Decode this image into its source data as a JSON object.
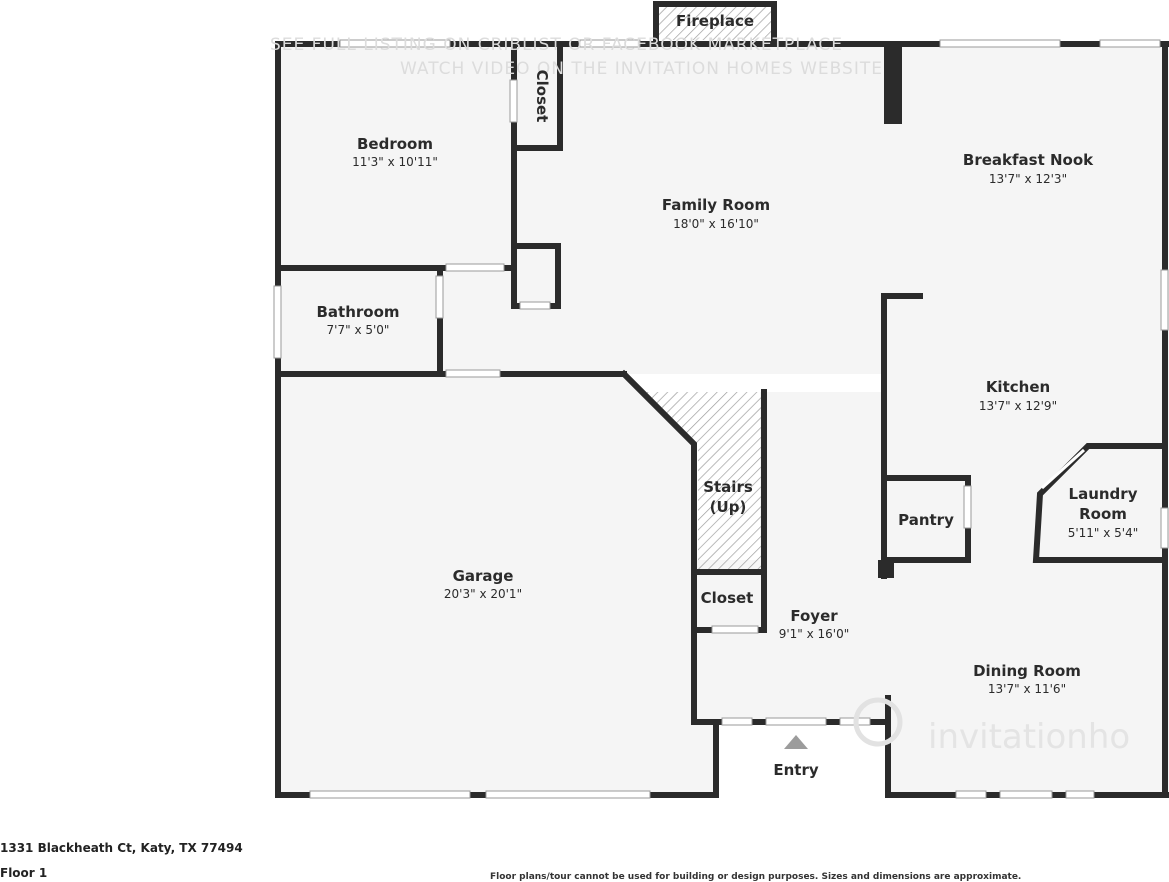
{
  "rooms": {
    "fireplace": {
      "name": "Fireplace"
    },
    "closet_top": {
      "name": "Closet"
    },
    "bedroom": {
      "name": "Bedroom",
      "dim": "11'3\" x 10'11\""
    },
    "family_room": {
      "name": "Family Room",
      "dim": "18'0\" x 16'10\""
    },
    "breakfast_nook": {
      "name": "Breakfast Nook",
      "dim": "13'7\" x 12'3\""
    },
    "bathroom": {
      "name": "Bathroom",
      "dim": "7'7\" x 5'0\""
    },
    "kitchen": {
      "name": "Kitchen",
      "dim": "13'7\" x 12'9\""
    },
    "stairs": {
      "line1": "Stairs",
      "line2": "(Up)"
    },
    "laundry": {
      "line1": "Laundry",
      "line2": "Room",
      "dim": "5'11\" x 5'4\""
    },
    "pantry": {
      "name": "Pantry"
    },
    "garage": {
      "name": "Garage",
      "dim": "20'3\" x 20'1\""
    },
    "closet_foyer": {
      "name": "Closet"
    },
    "foyer": {
      "name": "Foyer",
      "dim": "9'1\" x 16'0\""
    },
    "dining_room": {
      "name": "Dining Room",
      "dim": "13'7\" x 11'6\""
    },
    "entry": {
      "name": "Entry"
    }
  },
  "footer": {
    "address": "1331 Blackheath Ct, Katy, TX 77494",
    "floor": "Floor 1",
    "disclaimer": "Floor plans/tour cannot be used for building or design purposes. Sizes and dimensions are approximate."
  },
  "watermark": {
    "line1": "SEE FULL LISTING ON CRIBLIST OR FACEBOOK MARKETPLACE",
    "line2": "WATCH VIDEO ON THE INVITATION HOMES WEBSITE",
    "brand": "invitationho"
  }
}
